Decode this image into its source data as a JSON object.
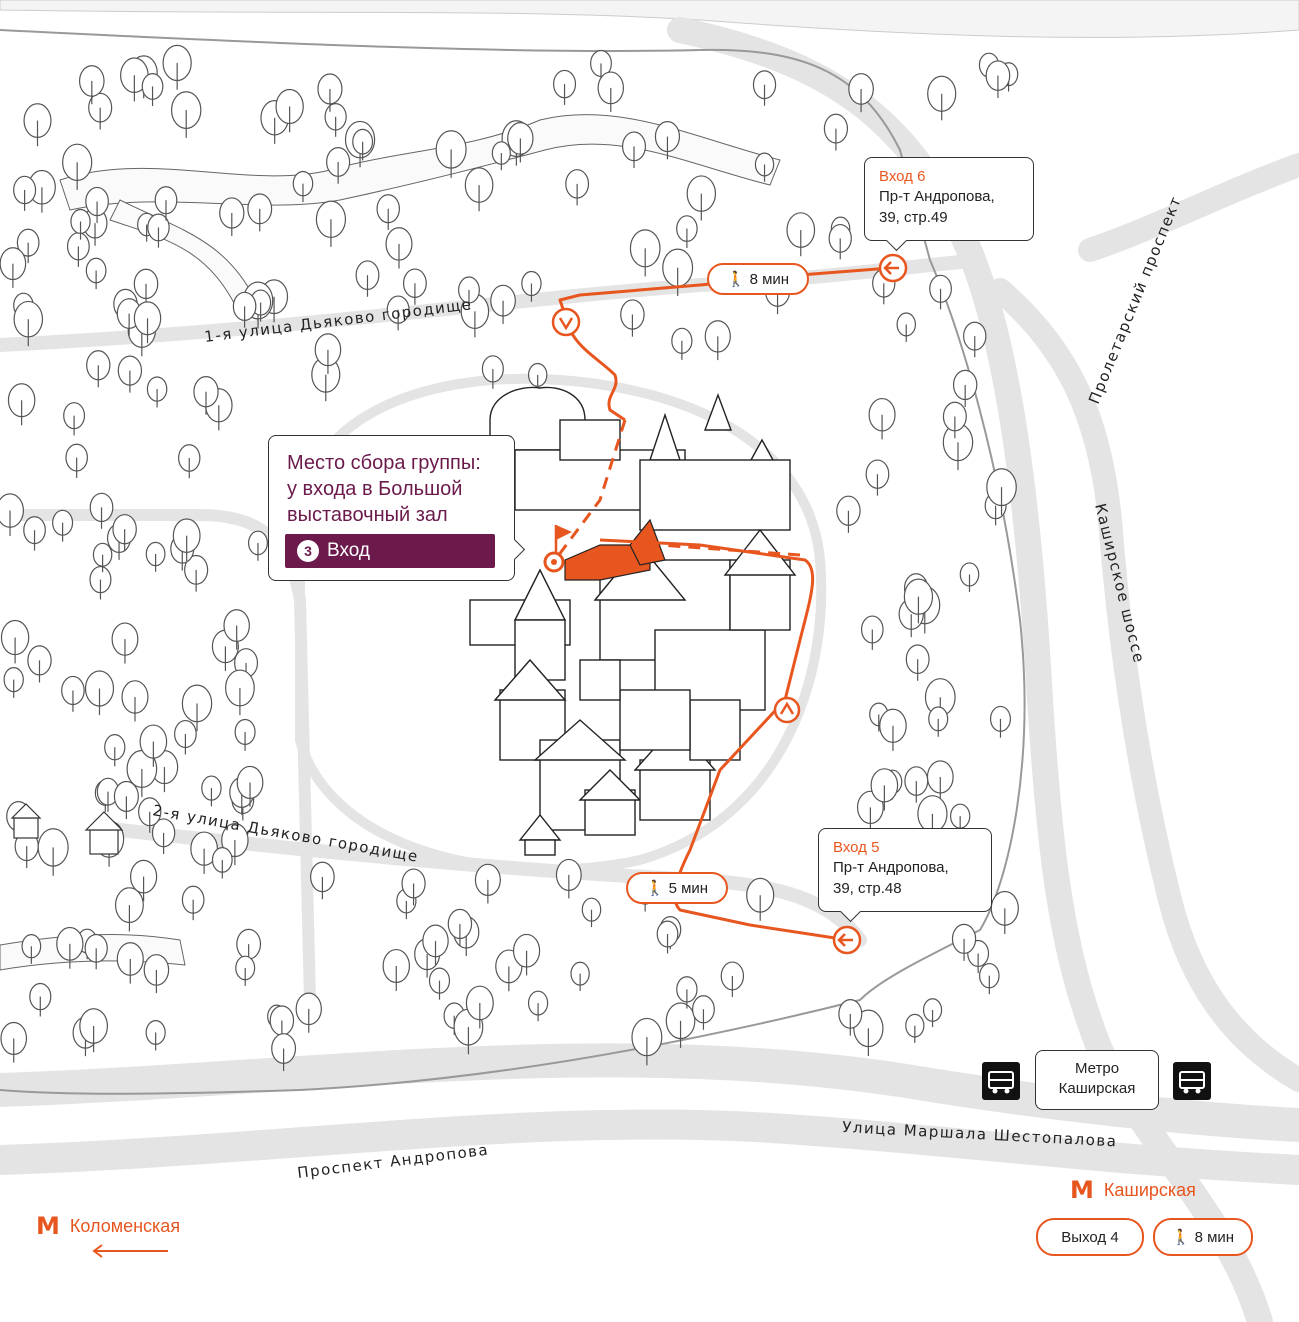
{
  "streets": {
    "first_dyakovo": "1-я улица Дьяково городище",
    "second_dyakovo": "2-я улица Дьяково городище",
    "proletarsky": "Пролетарский проспект",
    "kashirskoe": "Каширское шоссе",
    "shestopalova": "Улица Маршала Шестопалова",
    "andropova": "Проспект Андропова"
  },
  "entrance6": {
    "title": "Вход 6",
    "address_line1": "Пр-т Андропова,",
    "address_line2": "39, стр.49"
  },
  "entrance5": {
    "title": "Вход 5",
    "address_line1": "Пр-т Андропова,",
    "address_line2": "39, стр.48"
  },
  "meeting": {
    "line1": "Место сбора группы:",
    "line2": "у входа в Большой",
    "line3": "выставочный зал",
    "entry_number": "3",
    "entry_label": "Вход"
  },
  "walk_times": {
    "from_entrance6": "8 мин",
    "from_entrance5": "5 мин",
    "from_metro": "8 мин"
  },
  "bus_stop": {
    "line1": "Метро",
    "line2": "Каширская"
  },
  "metro": {
    "symbol": "М",
    "kashirskaya": "Каширская",
    "kolomenskaya": "Коломенская",
    "exit_label": "Выход 4"
  },
  "colors": {
    "route": "#e8561f",
    "meeting": "#6b1a4b",
    "road": "#e6e6e6",
    "ink": "#333333"
  },
  "icons": [
    "walking-person-icon",
    "entrance-arrow-icon",
    "flag-icon",
    "bus-icon",
    "metro-icon",
    "arrow-left-icon",
    "tree-icon"
  ]
}
